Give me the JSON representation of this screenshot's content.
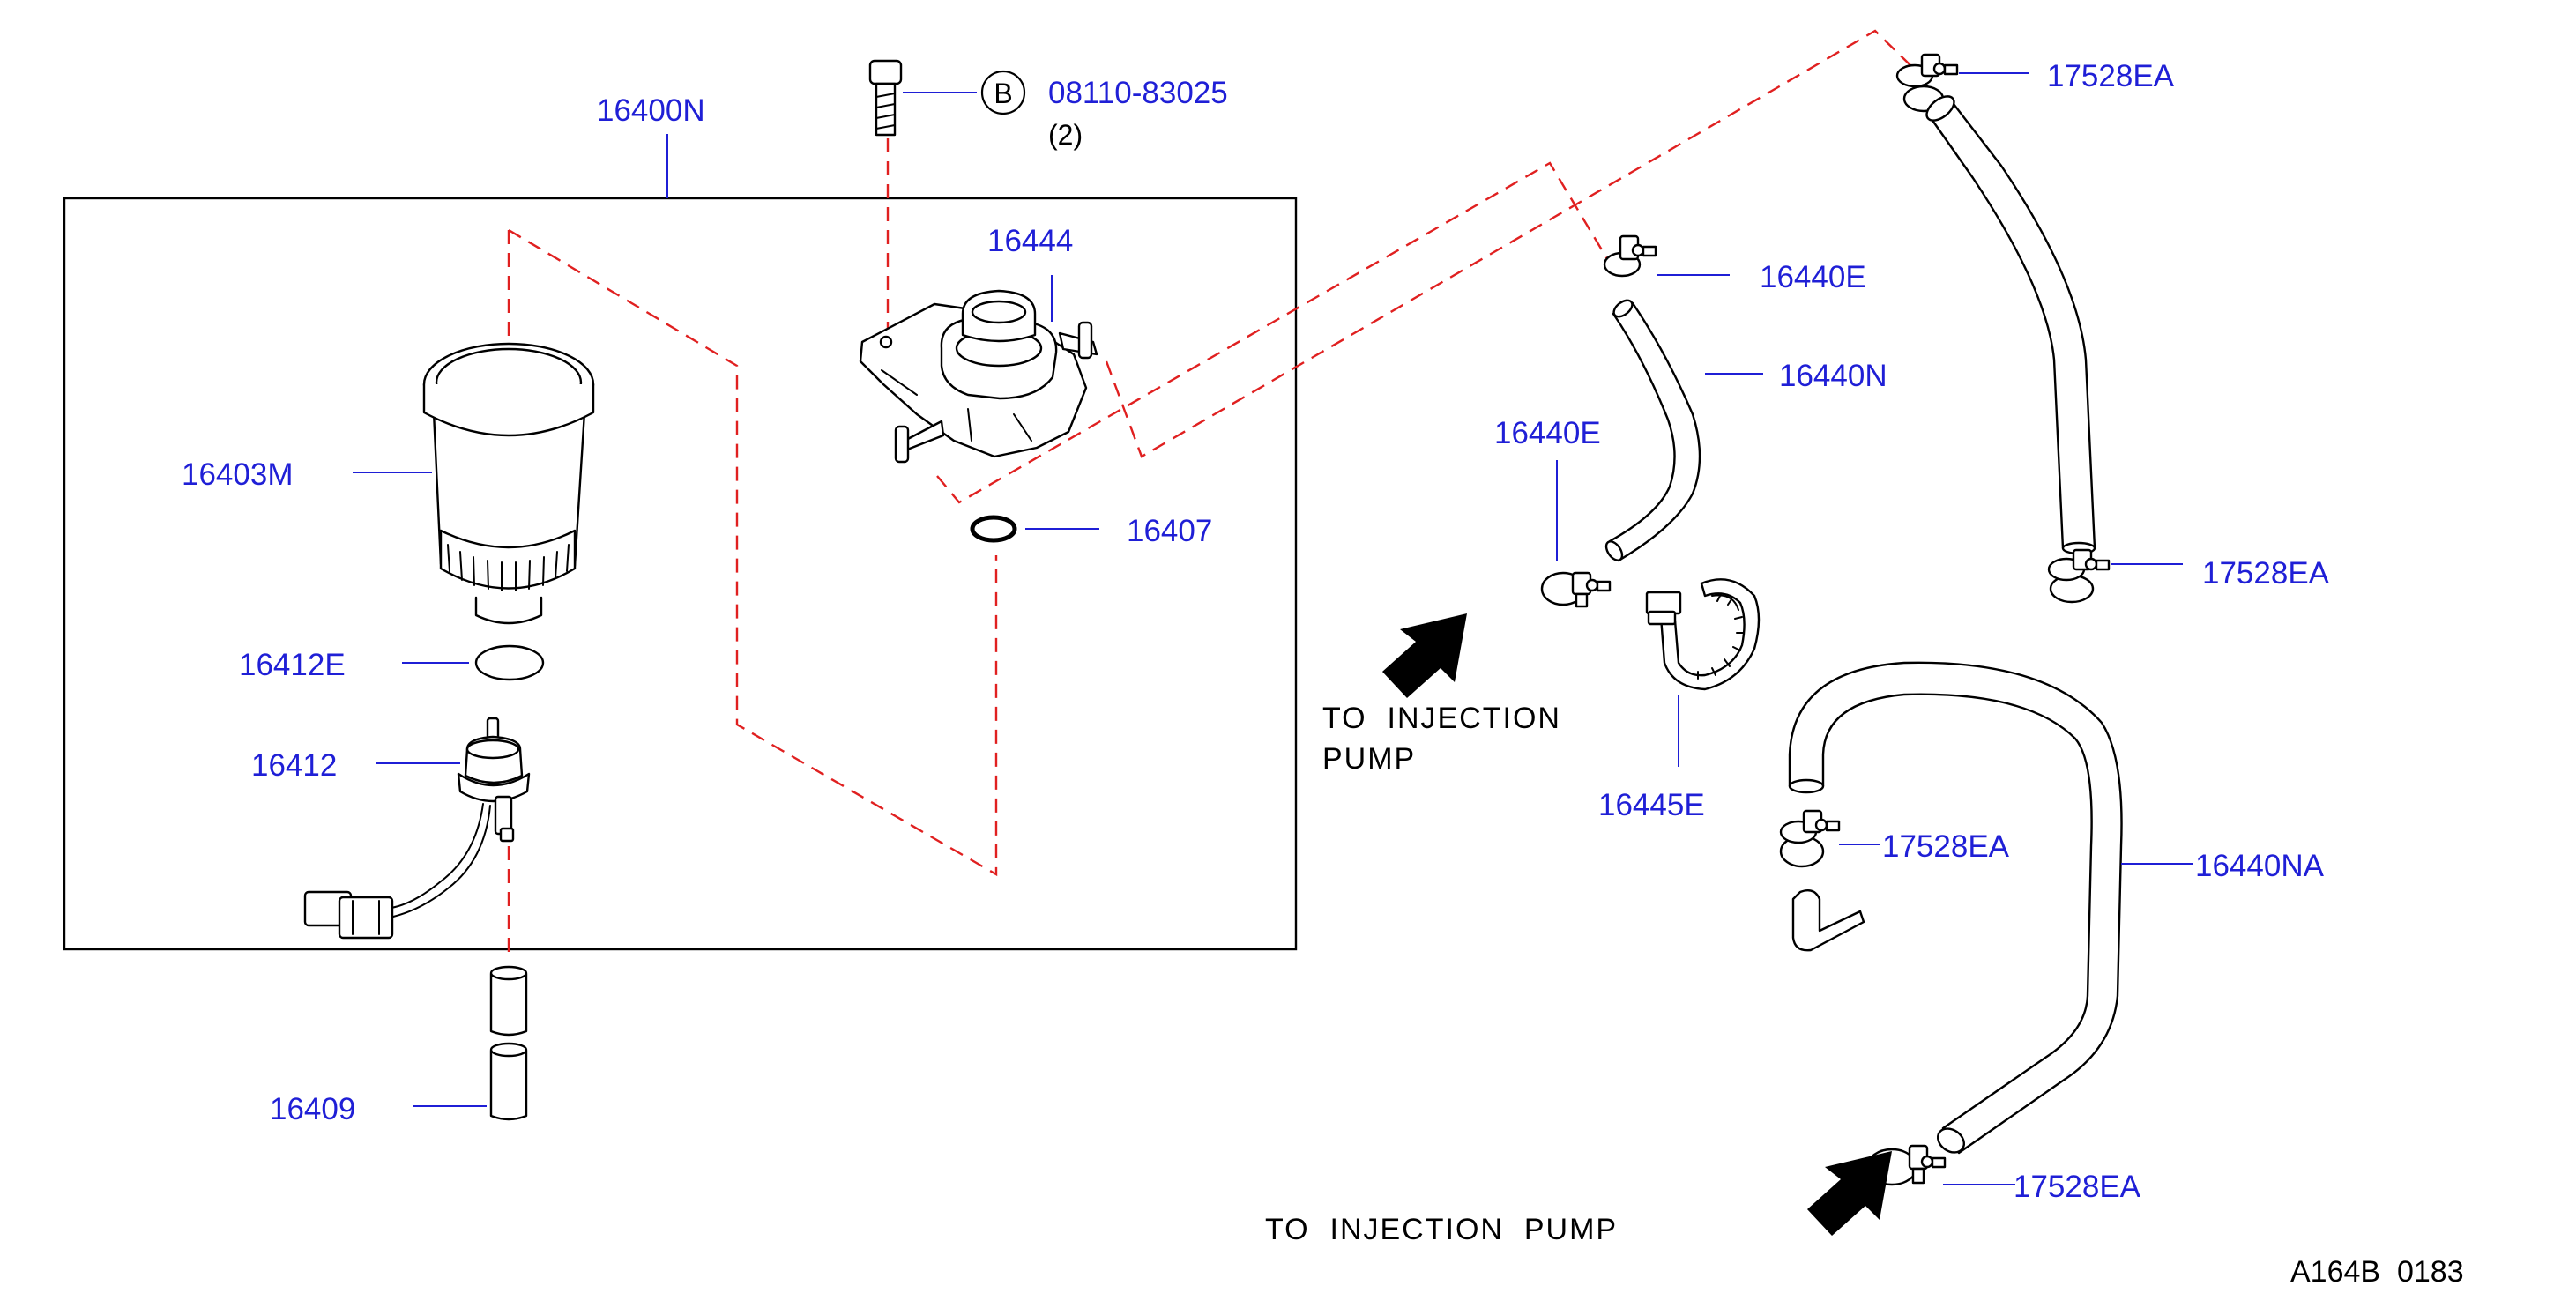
{
  "colors": {
    "label": "#1f1fd6",
    "line": "#000000",
    "guide": "#e02020",
    "background": "#ffffff"
  },
  "assembly": {
    "part_number": "16400N"
  },
  "bolt": {
    "badge_letter": "B",
    "part_number": "08110-83025",
    "quantity": "(2)"
  },
  "parts": {
    "filter_head": "16444",
    "o_ring": "16407",
    "filter_element": "16403M",
    "seal": "16412E",
    "sensor": "16412",
    "hose_short": "16409",
    "clamp_upper_right_1": "17528EA",
    "clamp_upper_right_2": "17528EA",
    "clamp_hose_top": "16440E",
    "hose_bent": "16440N",
    "clamp_hose_bottom": "16440E",
    "band_clamp": "16445E",
    "clamp_lower_1": "17528EA",
    "hose_long": "16440NA",
    "clamp_lower_2": "17528EA"
  },
  "notes": {
    "injection_line_1": "TO  INJECTION",
    "injection_line_2": "PUMP",
    "injection_bottom": "TO  INJECTION  PUMP"
  },
  "icons": [
    "bolt-icon",
    "arrow-icon",
    "fuel-filter-head-icon",
    "filter-element-icon",
    "o-ring-icon",
    "sensor-icon",
    "hose-icon",
    "hose-clamp-icon",
    "band-clamp-icon"
  ],
  "footer": {
    "code": "A164B  0183"
  }
}
